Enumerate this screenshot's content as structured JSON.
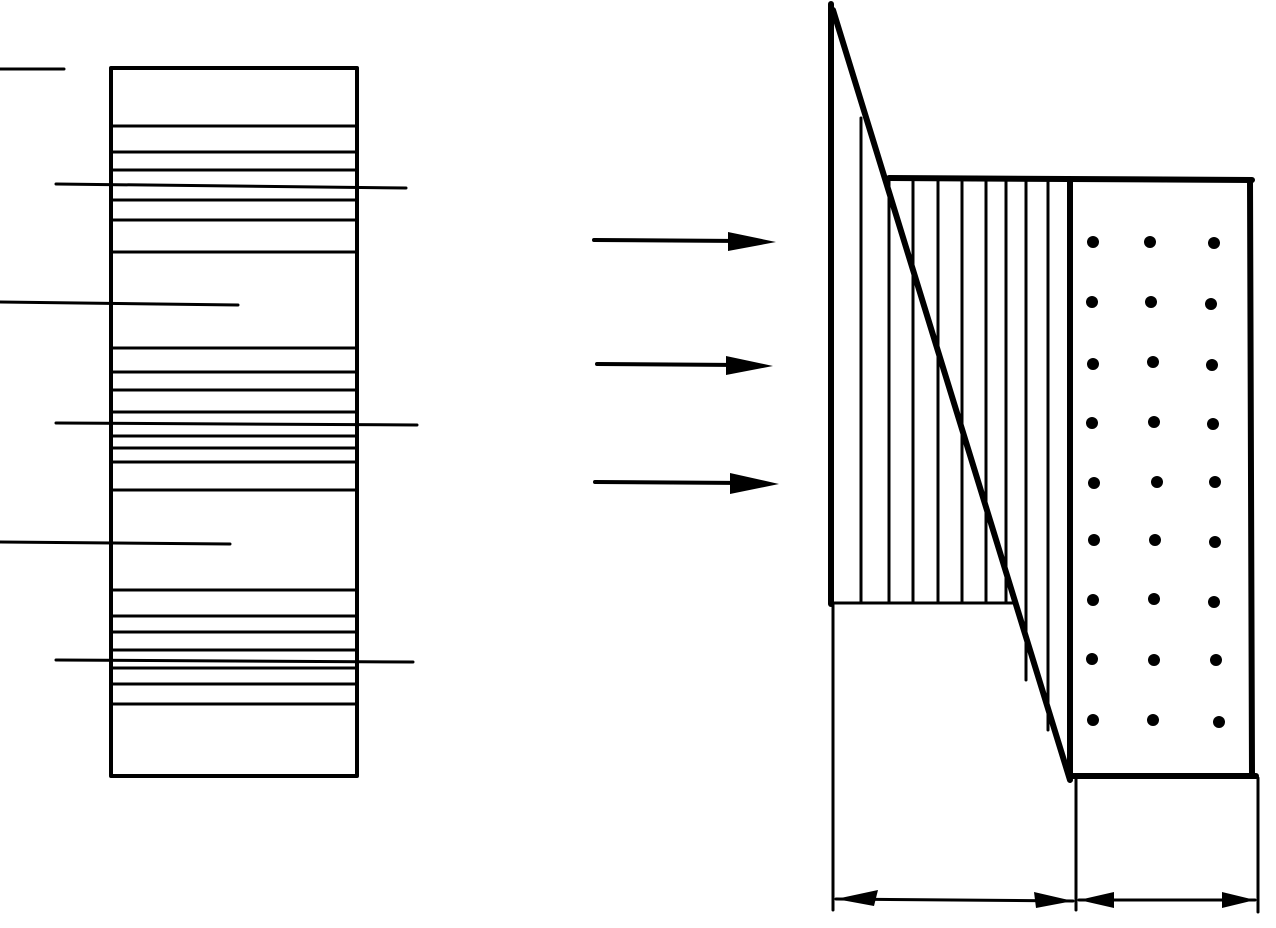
{
  "diagram": {
    "description_visible_text": "",
    "ink_color": "#000000",
    "background_color": "#ffffff",
    "left_column": {
      "thin_line_groups": 3,
      "lines_per_group": [
        5,
        7,
        6
      ],
      "leader_lines": 6
    },
    "arrows": {
      "count": 3,
      "direction": "right"
    },
    "right_figure": {
      "hatch": "vertical-lines",
      "fill_pattern": "dots",
      "dot_rows": 9,
      "dot_columns": 3,
      "dimension_arrows": 2
    }
  }
}
